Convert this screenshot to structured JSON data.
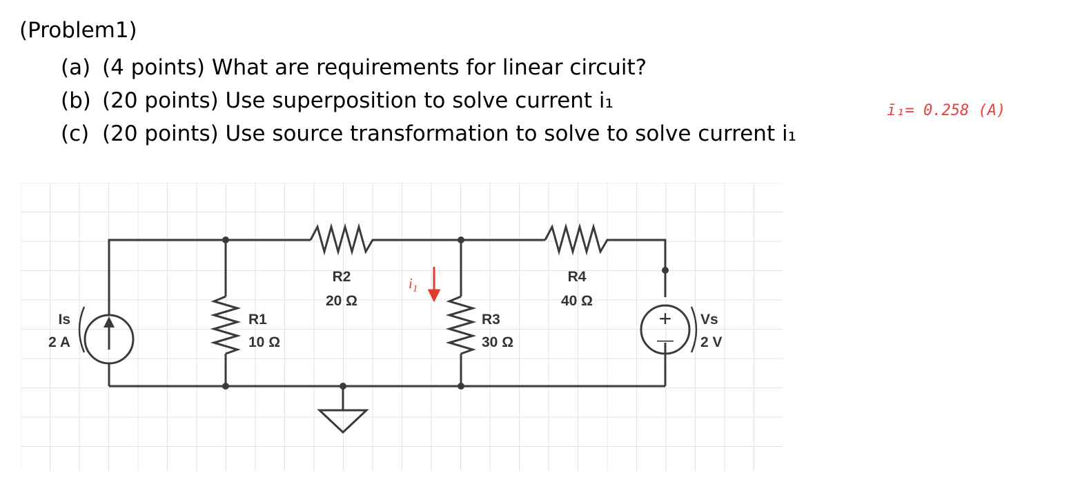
{
  "title": "(Problem1)",
  "questions": [
    {
      "label": "(a)",
      "text": "(4 points) What are requirements for linear circuit?"
    },
    {
      "label": "(b)",
      "text": "(20 points) Use superposition to solve current i₁"
    },
    {
      "label": "(c)",
      "text": "(20 points) Use source transformation to solve to solve current i₁"
    }
  ],
  "handwritten_answer": "ī₁= 0.258 (A)",
  "circuit": {
    "components": [
      {
        "id": "Is",
        "value": "2 A"
      },
      {
        "id": "R1",
        "value": "10 Ω"
      },
      {
        "id": "R2",
        "value": "20 Ω"
      },
      {
        "id": "R3",
        "value": "30 Ω"
      },
      {
        "id": "R4",
        "value": "40 Ω"
      },
      {
        "id": "Vs",
        "value": "2 V"
      }
    ],
    "current_label_base": "i",
    "current_label_sub": "1",
    "vs_plus": "+",
    "vs_minus": "—"
  },
  "colors": {
    "annotation": "#e03b2e",
    "wire": "#3a3a3a",
    "grid": "#e3e3e3"
  }
}
